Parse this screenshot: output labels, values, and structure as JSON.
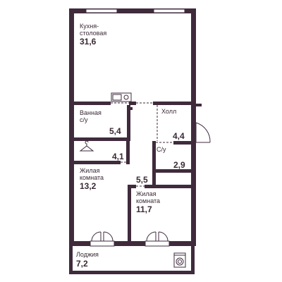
{
  "rooms": {
    "kitchen": {
      "label_line1": "Кухня-",
      "label_line2": "столовая",
      "area": "31,6"
    },
    "bathroom": {
      "label_line1": "Ванная",
      "label_line2": "с/у",
      "area": "5,4"
    },
    "hall": {
      "label": "Холл",
      "area": "4,4"
    },
    "wardrobe": {
      "area": "4,1"
    },
    "corridor": {
      "area": "5,5"
    },
    "wc": {
      "label": "С/у",
      "area": "2,9"
    },
    "living1": {
      "label_line1": "Жилая",
      "label_line2": "комната",
      "area": "13,2"
    },
    "living2": {
      "label_line1": "Жилая",
      "label_line2": "комната",
      "area": "11,7"
    },
    "loggia": {
      "label": "Лоджия",
      "area": "7,2"
    }
  },
  "icons": {
    "sink": "sink-icon",
    "hanger": "hanger-icon",
    "washer": "washing-machine-icon",
    "entrance_door": "door-swing-icon"
  },
  "colors": {
    "wall": "#3f2b3c",
    "text": "#3a2a35",
    "background": "#ffffff"
  }
}
